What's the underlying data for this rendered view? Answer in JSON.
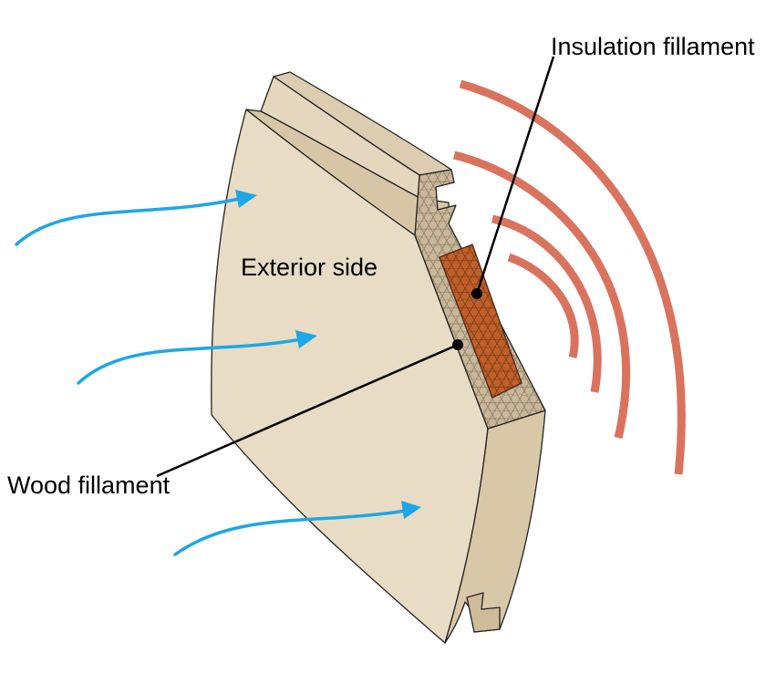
{
  "labels": {
    "insulation": "Insulation fillament",
    "exterior": "Exterior side",
    "wood": "Wood fillament"
  },
  "colors": {
    "wood_face": "#E8DCC4",
    "wood_edge": "#DCCDB0",
    "wood_end": "#D8C8A8",
    "wood_cross_section": "#C8B79A",
    "insulation_core": "#C0602A",
    "heat_waves": "#D9735E",
    "wind_arrows": "#1EA6E6",
    "outline": "#222222",
    "leader_lines": "#000000"
  }
}
